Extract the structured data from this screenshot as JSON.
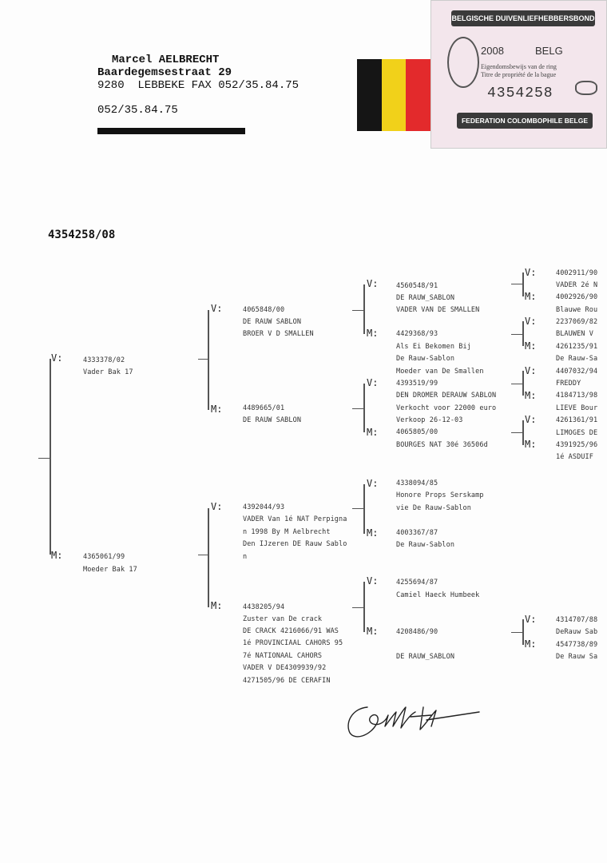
{
  "owner": {
    "name": "Marcel AELBRECHT",
    "street": "Baardegemsestraat 29",
    "city_fax": "9280  LEBBEKE FAX 052/35.84.75",
    "phone": "052/35.84.75"
  },
  "colors": {
    "flag_black": "#151515",
    "flag_yellow": "#f1d11a",
    "flag_red": "#e32a2c",
    "stamp_bg": "#f3e6ec",
    "stamp_dark": "#3a3a3a"
  },
  "stamp": {
    "top": "BELGISCHE DUIVENLIEFHEBBERSBOND",
    "year": "2008",
    "country": "BELG",
    "line1": "Eigendomsbewijs van de ring",
    "line2": "Titre de propriété de la bague",
    "ring": "4354258",
    "bottom": "FEDERATION COLOMBOPHILE BELGE"
  },
  "ring_number": "4354258/08",
  "signature": "handwritten-signature",
  "labels": {
    "sire": "V:",
    "dam": "M:"
  },
  "pedigree": {
    "g1": {
      "sire": [
        "4333378/02",
        "Vader Bak 17"
      ],
      "dam": [
        "4365061/99",
        "Moeder Bak 17"
      ]
    },
    "g2": {
      "ss": [
        "4065848/00",
        "DE RAUW SABLON",
        "BROER V D SMALLEN"
      ],
      "sd": [
        "4489665/01",
        "DE RAUW SABLON"
      ],
      "ds": [
        "4392044/93",
        "VADER Van 1é NAT Perpigna",
        "n 1998 By M Aelbrecht",
        "Den IJzeren DE Rauw Sablo",
        "n"
      ],
      "dd": [
        "4438205/94",
        "Zuster van De crack",
        "DE CRACK 4216066/91 WAS",
        "1é PROVINCIAAL CAHORS 95",
        "7é NATIONAAL CAHORS",
        "VADER V DE4309939/92",
        "4271505/96 DE CERAFIN"
      ]
    },
    "g3": {
      "sss": [
        "4560548/91",
        "DE RAUW_SABLON",
        "VADER VAN DE SMALLEN"
      ],
      "ssd": [
        "4429368/93",
        "Als Ei Bekomen Bij",
        "De Rauw-Sablon",
        "Moeder van De Smallen"
      ],
      "sds": [
        "4393519/99",
        "DEN DROMER DERAUW SABLON",
        "Verkocht voor 22000 euro",
        "Verkoop 26-12-03"
      ],
      "sdd": [
        "4065805/00",
        "BOURGES NAT 30é 36506d"
      ],
      "dss": [
        "4338094/85",
        "Honore Props Serskamp",
        "vie De Rauw-Sablon"
      ],
      "dsd": [
        "4003367/87",
        "De Rauw-Sablon"
      ],
      "dds": [
        "4255694/87",
        "Camiel Haeck Humbeek"
      ],
      "ddd": [
        "4208486/90",
        "DE RAUW_SABLON"
      ]
    },
    "g4": {
      "ssss": [
        "4002911/90",
        "VADER 2é N"
      ],
      "sssd": [
        "4002926/90",
        "Blauwe Rou"
      ],
      "ssds": [
        "2237069/82",
        "BLAUWEN V"
      ],
      "ssdd": [
        "4261235/91",
        "De Rauw-Sa"
      ],
      "sdss": [
        "4407032/94",
        "FREDDY"
      ],
      "sdsd": [
        "4184713/98",
        "LIEVE Bour"
      ],
      "sdds": [
        "4261361/91",
        "LIMOGES DE"
      ],
      "sddd": [
        "4391925/96",
        "1é ASDUIF"
      ],
      "ddds": [
        "4314707/88",
        "DeRauw Sab"
      ],
      "dddd": [
        "4547738/89",
        "De Rauw Sa"
      ]
    }
  }
}
